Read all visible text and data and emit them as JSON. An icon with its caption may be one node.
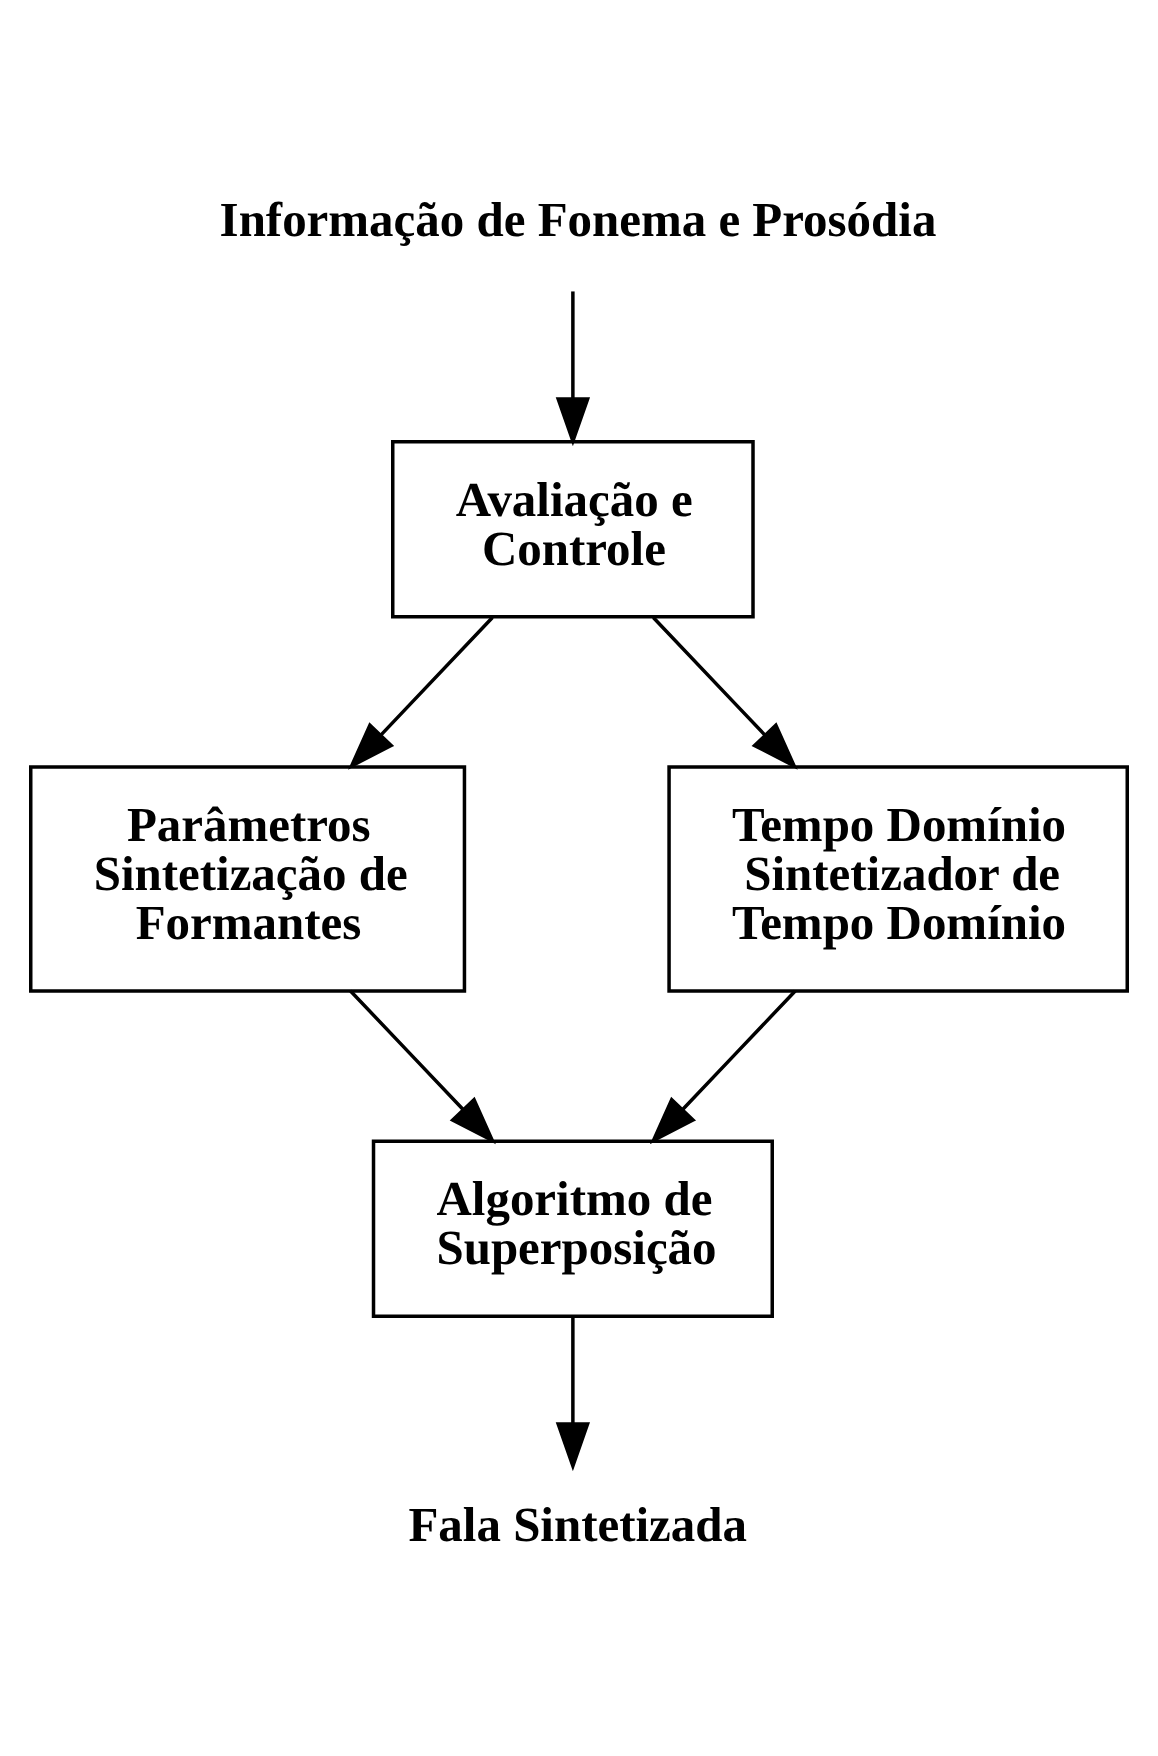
{
  "diagram": {
    "nodes": [
      {
        "text": [
          "Informação de Fonema e Prosódia"
        ]
      },
      {
        "text": [
          "Avaliação e Controle"
        ]
      },
      {
        "text": [
          "Parâmetros Sintetização de Formantes"
        ]
      },
      {
        "text": [
          "Tempo Domínio Sintetizador de Tempo Domínio"
        ]
      },
      {
        "text": [
          "Algoritmo de Superposição"
        ]
      },
      {
        "text": [
          "Fala Sintetizada"
        ]
      }
    ],
    "edges": [
      {
        "from": 0,
        "to": 1,
        "arrow": "to"
      },
      {
        "from": 1,
        "to": 2,
        "arrow": "to"
      },
      {
        "from": 1,
        "to": 3,
        "arrow": "to"
      },
      {
        "from": 2,
        "to": 4,
        "arrow": "to"
      },
      {
        "from": 3,
        "to": 4,
        "arrow": "to"
      },
      {
        "from": 4,
        "to": 5,
        "arrow": "to"
      }
    ]
  }
}
